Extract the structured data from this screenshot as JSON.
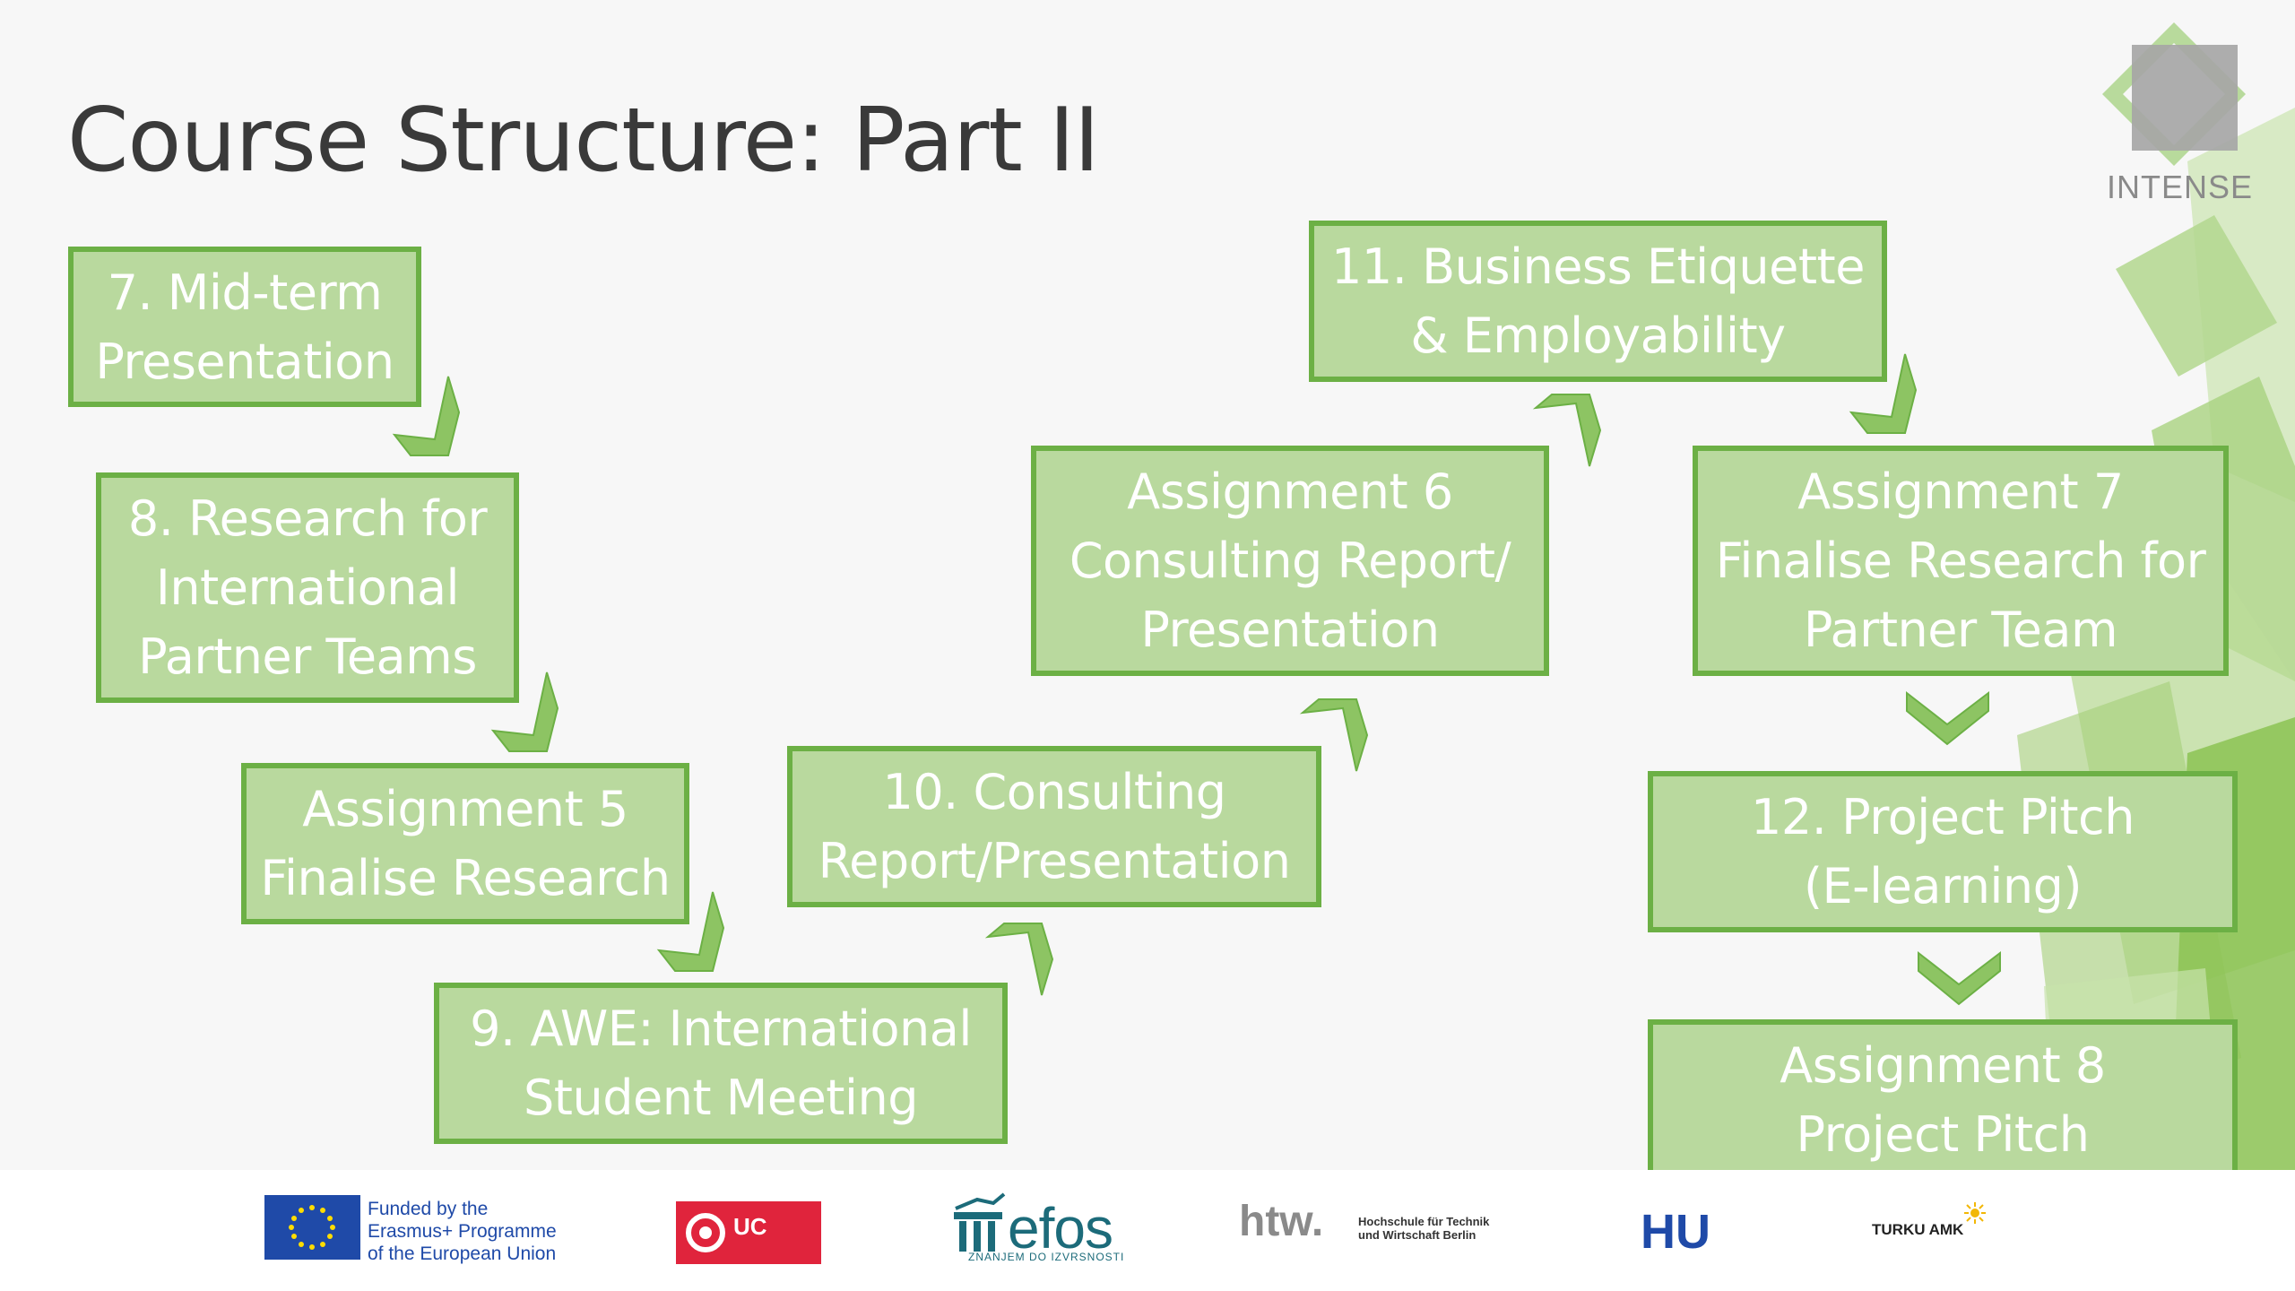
{
  "slide": {
    "title": "Course Structure: Part II",
    "boxes": [
      {
        "id": "b7",
        "text": "7. Mid-term\nPresentation"
      },
      {
        "id": "b8",
        "text": "8. Research for\nInternational\nPartner Teams"
      },
      {
        "id": "ba5",
        "text": "Assignment 5\nFinalise Research"
      },
      {
        "id": "b9",
        "text": "9. AWE: International\nStudent Meeting"
      },
      {
        "id": "b10",
        "text": "10. Consulting\nReport/Presentation"
      },
      {
        "id": "ba6",
        "text": "Assignment 6\nConsulting Report/\nPresentation"
      },
      {
        "id": "b11",
        "text": "11. Business Etiquette\n& Employability"
      },
      {
        "id": "ba7",
        "text": "Assignment 7\nFinalise Research for\nPartner Team"
      },
      {
        "id": "b12",
        "text": "12. Project Pitch\n(E-learning)"
      },
      {
        "id": "ba8",
        "text": "Assignment 8\nProject Pitch"
      }
    ]
  },
  "brand": {
    "name": "INTENSE",
    "colors": {
      "box_fill": "#b9d99e",
      "box_border": "#6cb045",
      "arrow": "#8dc463",
      "title": "#3a3a3a"
    }
  },
  "footer": {
    "eu_text": "Funded by the\nErasmus+ Programme\nof the European Union",
    "ucll_text": "UC",
    "efos_text": "efos",
    "efos_sub": "ZNANJEM DO IZVRSNOSTI",
    "htw_text": "htw.",
    "htw_sub": "Hochschule für Technik\nund Wirtschaft Berlin",
    "hu_text": "HU",
    "turku_text": "TURKU AMK"
  }
}
